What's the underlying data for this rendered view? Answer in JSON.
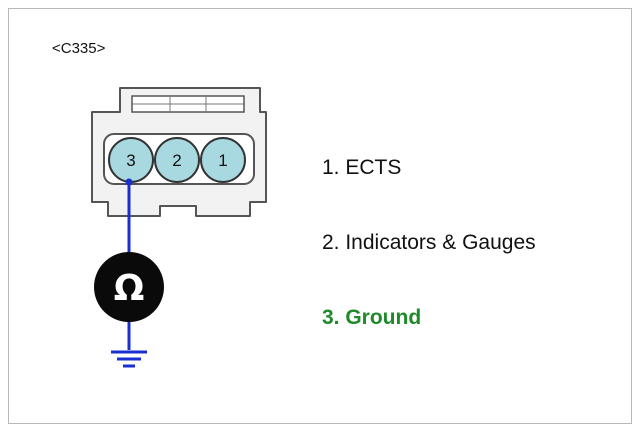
{
  "connector": {
    "label": "<C335>",
    "pins": [
      {
        "number": "3",
        "position": 1
      },
      {
        "number": "2",
        "position": 2
      },
      {
        "number": "1",
        "position": 3
      }
    ],
    "pin_fill_color": "#a8d8e0",
    "wire_color": "#1a2fd0"
  },
  "meter": {
    "symbol": "Ω",
    "icon": "ohm-meter-icon"
  },
  "ground": {
    "icon": "ground-symbol-icon"
  },
  "legend": {
    "items": [
      {
        "text": "1. ECTS",
        "highlight": false
      },
      {
        "text": "2. Indicators & Gauges",
        "highlight": false
      },
      {
        "text": "3. Ground",
        "highlight": true
      }
    ],
    "highlight_color": "#1f8a2a"
  }
}
